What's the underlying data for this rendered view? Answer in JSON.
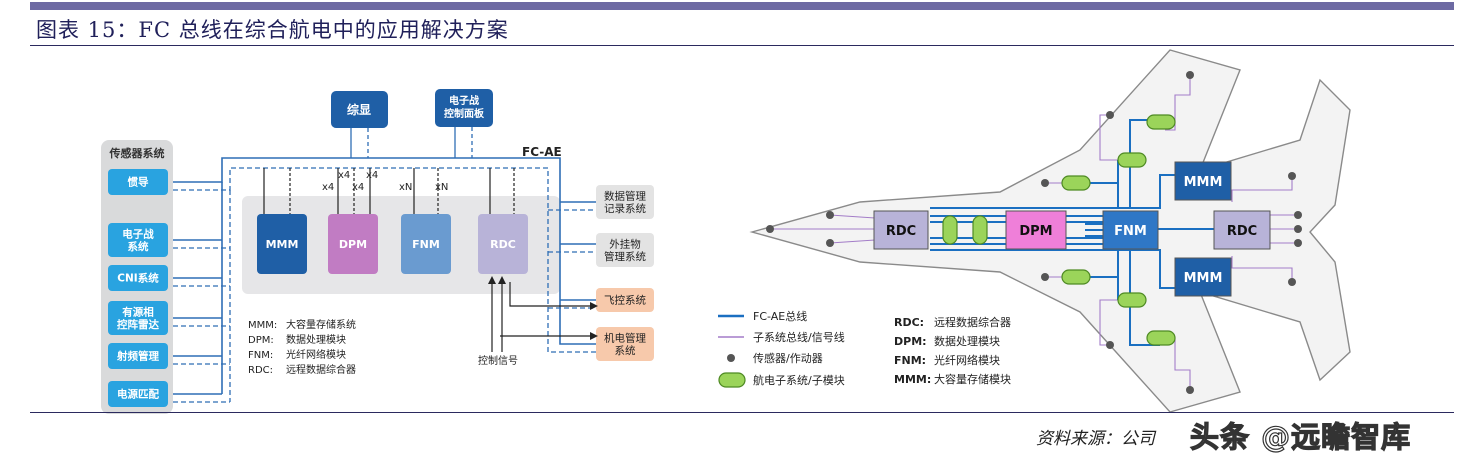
{
  "title": "图表 15：FC 总线在综合航电中的应用解决方案",
  "source": "资料来源：公司",
  "watermark": "头条 @远瞻智库",
  "left": {
    "sensor_group_title": "传感器系统",
    "sensors": [
      "惯导",
      "电子战\n系统",
      "CNI系统",
      "有源相\n控阵雷达",
      "射频管理",
      "电源匹配"
    ],
    "top_boxes": [
      "综显",
      "电子战\n控制面板"
    ],
    "bus_label": "FC-AE",
    "multiplier_labels": [
      "x4",
      "x4",
      "x4",
      "x4",
      "xN",
      "xN"
    ],
    "modules": [
      {
        "name": "MMM",
        "color": "#1f5fa6"
      },
      {
        "name": "DPM",
        "color": "#c17cc3"
      },
      {
        "name": "FNM",
        "color": "#6a9bd0"
      },
      {
        "name": "RDC",
        "color": "#b8b3d8"
      }
    ],
    "right_gray": [
      "数据管理\n记录系统",
      "外挂物\n管理系统"
    ],
    "right_peach": [
      "飞控系统",
      "机电管理\n系统"
    ],
    "control_signal": "控制信号",
    "legend": [
      {
        "abbr": "MMM",
        "desc": "大容量存储系统"
      },
      {
        "abbr": "DPM",
        "desc": "数据处理模块"
      },
      {
        "abbr": "FNM",
        "desc": "光纤网络模块"
      },
      {
        "abbr": "RDC",
        "desc": "远程数据综合器"
      }
    ]
  },
  "right": {
    "modules": [
      "RDC",
      "DPM",
      "FNM",
      "RDC",
      "MMM",
      "MMM"
    ],
    "legend_left": [
      "FC-AE总线",
      "子系统总线/信号线",
      "传感器/作动器",
      "航电子系统/子模块"
    ],
    "legend_right": [
      {
        "abbr": "RDC",
        "desc": "远程数据综合器"
      },
      {
        "abbr": "DPM",
        "desc": "数据处理模块"
      },
      {
        "abbr": "FNM",
        "desc": "光纤网络模块"
      },
      {
        "abbr": "MMM",
        "desc": "大容量存储模块"
      }
    ]
  }
}
